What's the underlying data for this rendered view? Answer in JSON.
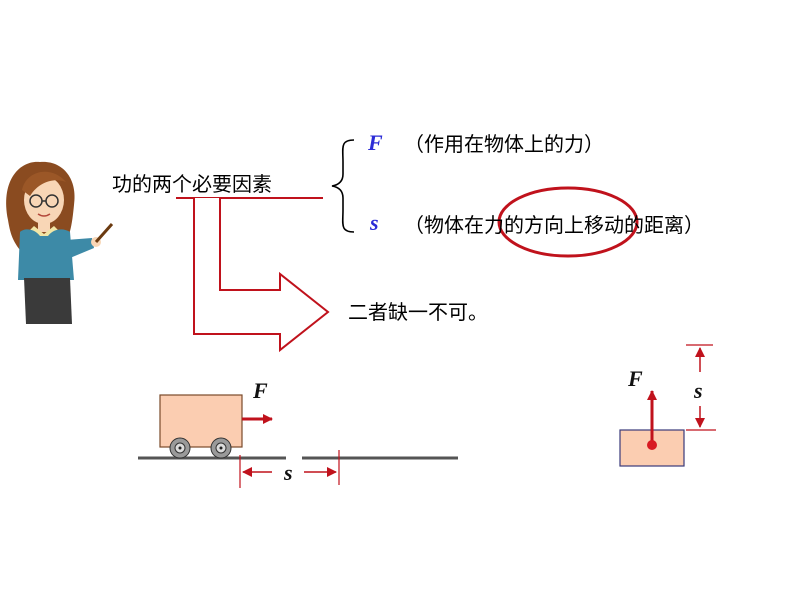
{
  "main_label": "功的两个必要因素",
  "factors": [
    {
      "symbol": "F",
      "description": "（作用在物体上的力）"
    },
    {
      "symbol": "s",
      "description": "（物体在力的方向上移动的距离）"
    }
  ],
  "conclusion": "二者缺一不可。",
  "cart_diagram": {
    "force_label": "F",
    "distance_label": "s"
  },
  "lift_diagram": {
    "force_label": "F",
    "distance_label": "s"
  },
  "colors": {
    "accent_red": "#c0121c",
    "symbol_blue": "#2b2bd6",
    "box_fill": "#fbcdb1"
  }
}
